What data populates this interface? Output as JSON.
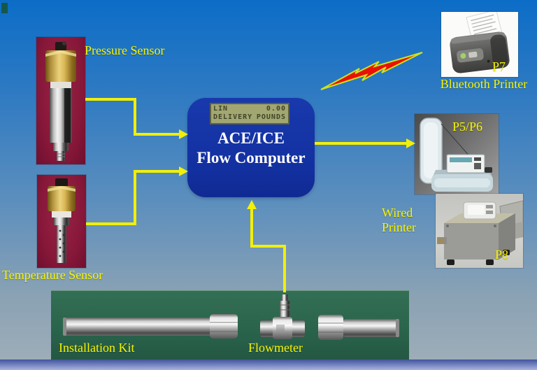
{
  "slide": {
    "sensors": {
      "pressure_label": "Pressure Sensor",
      "temperature_label": "Temperature Sensor"
    },
    "computer": {
      "name_line1": "ACE/ICE",
      "name_line2": "Flow Computer",
      "lcd_line1_left": "LIN",
      "lcd_line1_right": "0.00",
      "lcd_line2_left": "DELIVERY",
      "lcd_line2_right": "POUNDS"
    },
    "printers": {
      "bluetooth_label": "Bluetooth Printer",
      "bluetooth_model": "P7",
      "wired_model_top": "P5/P6",
      "wired_label_line1": "Wired",
      "wired_label_line2": "Printer",
      "wired_model_bottom": "P8"
    },
    "bottom": {
      "installation_kit_label": "Installation Kit",
      "flowmeter_label": "Flowmeter"
    },
    "colors": {
      "label_yellow": "#f8f500",
      "computer_blue": "#1534a4",
      "lcd_green": "#a2a671",
      "photo_maroon": "#88183a",
      "panel_green": "#2b6850",
      "bolt_red": "#e81206",
      "bolt_outline": "#cfe31a",
      "arrow_yellow": "#f2ef08"
    }
  }
}
